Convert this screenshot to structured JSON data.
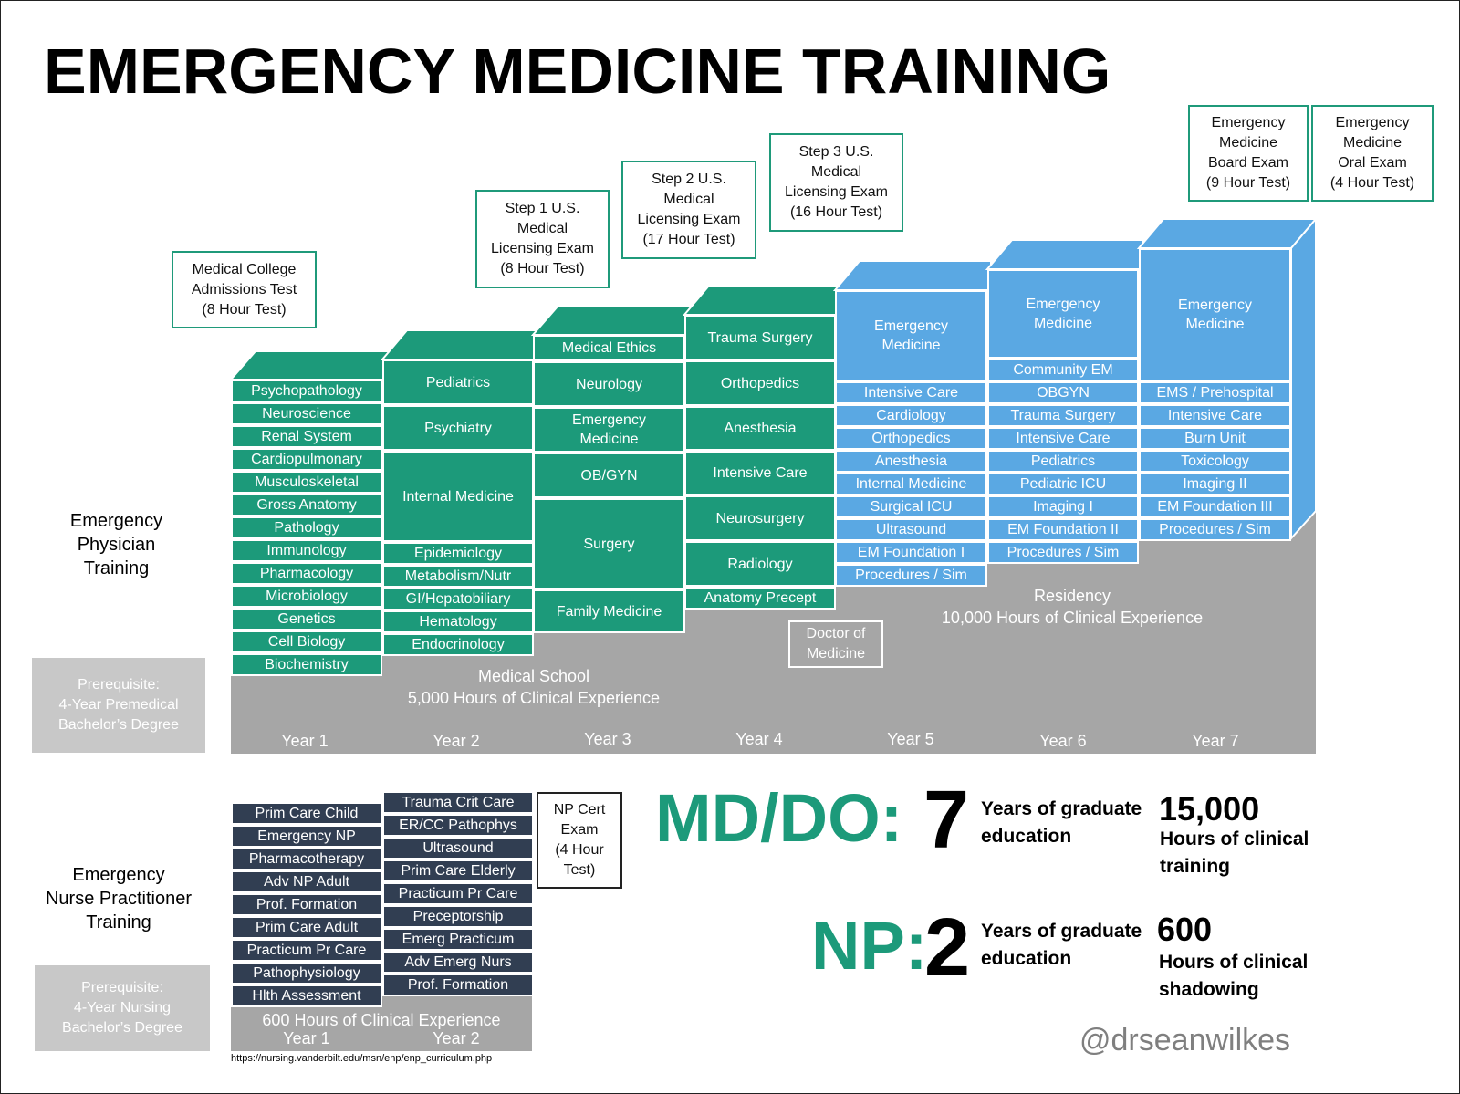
{
  "title": "EMERGENCY MEDICINE TRAINING",
  "exams": {
    "mcat": "Medical College\nAdmissions Test\n(8 Hour Test)",
    "step1": "Step 1 U.S.\nMedical\nLicensing Exam\n(8 Hour Test)",
    "step2": "Step 2 U.S.\nMedical\nLicensing Exam\n(17 Hour Test)",
    "step3": "Step 3 U.S.\nMedical\nLicensing Exam\n(16 Hour Test)",
    "board": "Emergency\nMedicine\nBoard Exam\n(9 Hour Test)",
    "oral": "Emergency\nMedicine\nOral Exam\n(4 Hour Test)",
    "doctor": "Doctor of\nMedicine",
    "np_cert": "NP Cert\nExam\n(4 Hour\nTest)"
  },
  "physician": {
    "label": "Emergency\nPhysician\nTraining",
    "prerequisite": "Prerequisite:\n4-Year Premedical\nBachelor’s Degree",
    "year1": [
      "Psychopathology",
      "Neuroscience",
      "Renal System",
      "Cardiopulmonary",
      "Musculoskeletal",
      "Gross Anatomy",
      "Pathology",
      "Immunology",
      "Pharmacology",
      "Microbiology",
      "Genetics",
      "Cell Biology",
      "Biochemistry"
    ],
    "year2": [
      "Pediatrics",
      "Psychiatry",
      "Internal Medicine",
      "Epidemiology",
      "Metabolism/Nutr",
      "GI/Hepatobiliary",
      "Hematology",
      "Endocrinology"
    ],
    "year3": [
      "Medical Ethics",
      "Neurology",
      "Emergency\nMedicine",
      "OB/GYN",
      "Surgery",
      "Family Medicine"
    ],
    "year4": [
      "Trauma Surgery",
      "Orthopedics",
      "Anesthesia",
      "Intensive Care",
      "Neurosurgery",
      "Radiology",
      "Anatomy Precept"
    ],
    "year5": [
      "Emergency\nMedicine",
      "Intensive Care",
      "Cardiology",
      "Orthopedics",
      "Anesthesia",
      "Internal Medicine",
      "Surgical ICU",
      "Ultrasound",
      "EM Foundation I",
      "Procedures / Sim"
    ],
    "year6": [
      "Emergency\nMedicine",
      "Community EM",
      "OBGYN",
      "Trauma Surgery",
      "Intensive Care",
      "Pediatrics",
      "Pediatric ICU",
      "Imaging I",
      "EM Foundation II",
      "Procedures / Sim"
    ],
    "year7": [
      "Emergency\nMedicine",
      "EMS / Prehospital",
      "Intensive Care",
      "Burn Unit",
      "Toxicology",
      "Imaging II",
      "EM Foundation III",
      "Procedures / Sim"
    ],
    "medical_school": "Medical School\n5,000 Hours of Clinical Experience",
    "residency": "Residency\n10,000 Hours of Clinical Experience",
    "years": [
      "Year 1",
      "Year 2",
      "Year 3",
      "Year 4",
      "Year 5",
      "Year 6",
      "Year 7"
    ]
  },
  "np": {
    "label": "Emergency\nNurse Practitioner\nTraining",
    "prerequisite": "Prerequisite:\n4-Year Nursing\nBachelor’s Degree",
    "year1": [
      "Prim Care Child",
      "Emergency NP",
      "Pharmacotherapy",
      "Adv NP Adult",
      "Prof. Formation",
      "Prim Care Adult",
      "Practicum Pr Care",
      "Pathophysiology",
      "Hlth Assessment"
    ],
    "year2": [
      "Trauma Crit Care",
      "ER/CC Pathophys",
      "Ultrasound",
      "Prim Care Elderly",
      "Practicum Pr Care",
      "Preceptorship",
      "Emerg Practicum",
      "Adv Emerg Nurs",
      "Prof. Formation"
    ],
    "hours": "600 Hours of Clinical Experience",
    "years": [
      "Year 1",
      "Year 2"
    ],
    "source": "https://nursing.vanderbilt.edu/msn/enp/enp_curriculum.php"
  },
  "stats": {
    "md_label": "MD/DO:",
    "md_years": "7",
    "md_years_text": "Years of graduate\neducation",
    "md_hours": "15,000",
    "md_hours_text": "Hours of clinical\ntraining",
    "np_label": "NP:",
    "np_years": "2",
    "np_years_text": "Years of graduate\neducation",
    "np_hours": "600",
    "np_hours_text": "Hours of clinical\nshadowing"
  },
  "handle": "@drseanwilkes",
  "colors": {
    "green": "#1c9a7a",
    "blue": "#5aa8e3",
    "navy": "#313e52",
    "gray": "#a6a6a6"
  }
}
